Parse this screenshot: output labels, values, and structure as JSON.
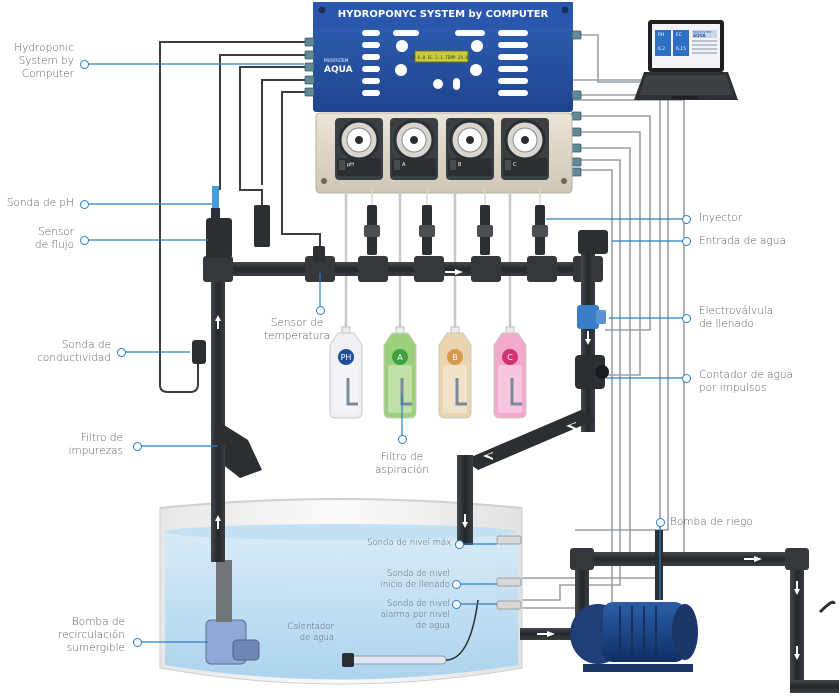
{
  "controller": {
    "title": "HYDROPONYC SYSTEM by COMPUTER",
    "brand_top": "PROSYSTEM",
    "brand_main": "AQUA",
    "display_text": "PH 6.0 EC 2.1  TEMP 24.0 C"
  },
  "laptop": {
    "ph_label": "PH",
    "ec_label": "EC",
    "ph_value": "6.2",
    "ec_value": "6.15",
    "brand_top": "PROSYSTEM",
    "brand_main": "AQUA"
  },
  "pumps": [
    "pH",
    "A",
    "B",
    "C"
  ],
  "bottles": [
    {
      "label": "PH",
      "color": "#1f4f9c",
      "liquid": "#eef0f4"
    },
    {
      "label": "A",
      "color": "#3ea141",
      "liquid": "#9dd07a"
    },
    {
      "label": "B",
      "color": "#d59a4c",
      "liquid": "#ead5ae"
    },
    {
      "label": "C",
      "color": "#d1336f",
      "liquid": "#f1a9cc"
    }
  ],
  "labels": {
    "hydroponic": "Hydroponic\nSystem by\nComputer",
    "sonda_ph": "Sonda de pH",
    "sensor_flujo": "Sensor\nde flujo",
    "sonda_conductividad": "Sonda de\nconductividad",
    "filtro_impurezas": "Filtro de\nimpurezas",
    "bomba_recirculacion": "Bomba de\nrecirculación\nsumergible",
    "sensor_temperatura": "Sensor de\ntemperatura",
    "filtro_aspiracion": "Filtro de\naspiración",
    "inyector": "Inyector",
    "entrada_agua": "Entrada de agua",
    "electrovalvula": "Electroválvula\nde llenado",
    "contador_agua": "Contador de agua\npor impulsos",
    "bomba_riego": "Bomba de riego",
    "sonda_nivel_max": "Sonda de nivel máx.",
    "sonda_nivel_inicio": "Sonda de nivel\ninicio de llenado",
    "sonda_nivel_alarma": "Sonda de nivel\nalarma por nivel\nde agua",
    "calentador": "Calentador\nde agua"
  },
  "colors": {
    "accent": "#2a7fc3",
    "controller_blue": "#2a54a8",
    "pipe": "#2b2f33",
    "water": "#cfe6f5"
  }
}
